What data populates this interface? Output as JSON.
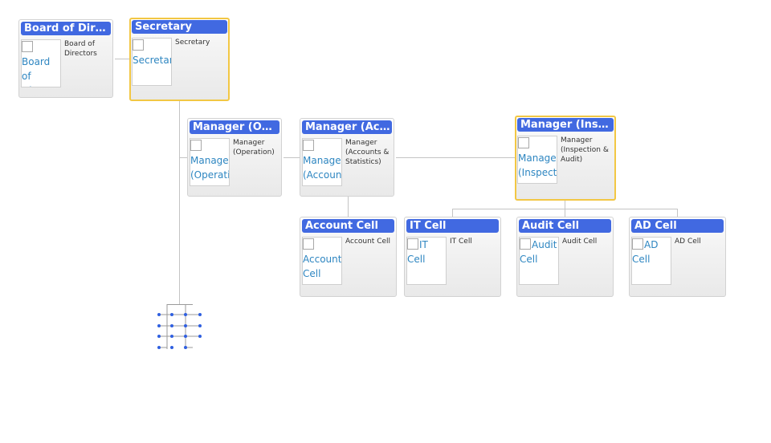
{
  "nodes": [
    {
      "id": "board",
      "title": "Board of Directors",
      "photo_alt": "Board of Directors",
      "description": "Board of Directors",
      "selected": false
    },
    {
      "id": "secretary",
      "title": "Secretary",
      "photo_alt": "Secretary",
      "description": "Secretary",
      "selected": true
    },
    {
      "id": "mgr-operation",
      "title": "Manager (Operation)",
      "photo_alt": "Manager (Operation)",
      "description": "Manager (Operation)",
      "selected": false
    },
    {
      "id": "mgr-accounts",
      "title": "Manager (Accounts & Statistics)",
      "photo_alt": "Manager (Accounts & Statistics)",
      "description": "Manager (Accounts & Statistics)",
      "selected": false
    },
    {
      "id": "mgr-inspection",
      "title": "Manager (Inspection & Audit)",
      "photo_alt": "Manager (Inspection & Audit)",
      "description": "Manager (Inspection & Audit)",
      "selected": true
    },
    {
      "id": "account-cell",
      "title": "Account Cell",
      "photo_alt": "Account Cell",
      "description": "Account Cell",
      "selected": false
    },
    {
      "id": "it-cell",
      "title": "IT Cell",
      "photo_alt": "IT Cell",
      "description": "IT Cell",
      "selected": false
    },
    {
      "id": "audit-cell",
      "title": "Audit Cell",
      "photo_alt": "Audit Cell",
      "description": "Audit Cell",
      "selected": false
    },
    {
      "id": "ad-cell",
      "title": "AD Cell",
      "photo_alt": "AD Cell",
      "description": "AD Cell",
      "selected": false
    }
  ],
  "title_color": "#4169e1",
  "selected_border_color": "#f2c744",
  "expander_icon": "collapsed-children-icon"
}
